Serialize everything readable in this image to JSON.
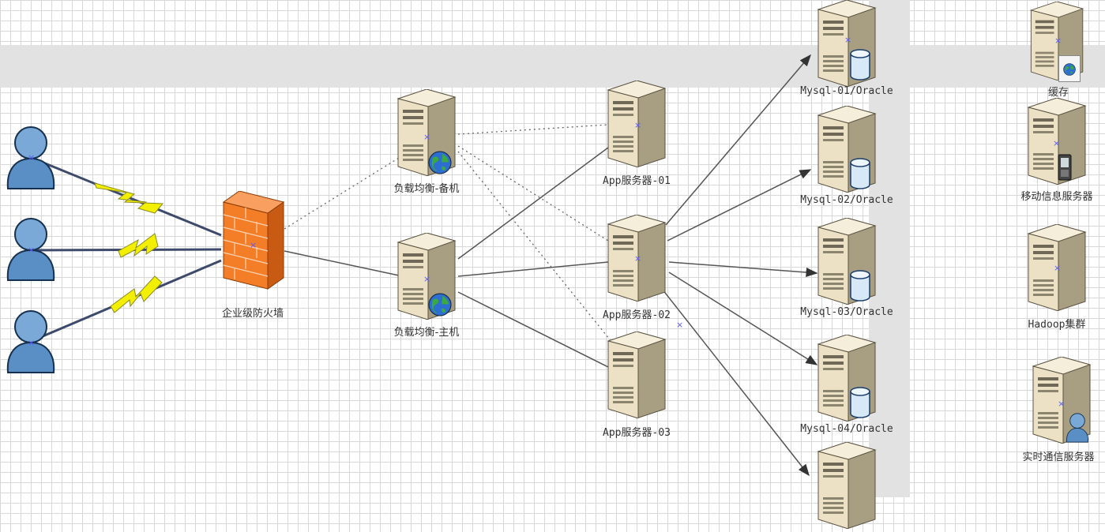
{
  "labels": {
    "firewall": "企业级防火墙",
    "lb_backup": "负载均衡-备机",
    "lb_primary": "负载均衡-主机",
    "app1": "App服务器-01",
    "app2": "App服务器-02",
    "app3": "App服务器-03",
    "db1": "Mysql-01/Oracle",
    "db2": "Mysql-02/Oracle",
    "db3": "Mysql-03/Oracle",
    "db4": "Mysql-04/Oracle",
    "cache": "缓存",
    "mobile": "移动信息服务器",
    "hadoop": "Hadoop集群",
    "realtime": "实时通信服务器"
  },
  "icons": {
    "user": "user-icon",
    "firewall": "firewall-icon",
    "server": "server-icon",
    "globe": "globe-icon",
    "database": "database-icon",
    "phone": "phone-icon"
  },
  "colors": {
    "server_body": "#ece1c4",
    "firewall": "#f47d28",
    "user": "#5a8fc6",
    "lightning": "#f2f000",
    "grid": "#d8d8d8",
    "band": "#e2e2e2"
  }
}
